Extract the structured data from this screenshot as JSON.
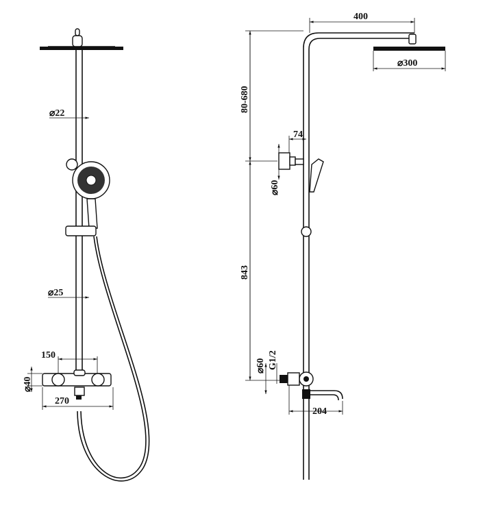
{
  "front_view": {
    "rail_diameter_top": "⌀22",
    "rail_diameter_bottom": "⌀25",
    "valve_spacing": "150",
    "mixer_diameter": "⌀40",
    "mixer_width": "270"
  },
  "side_view": {
    "arm_length": "400",
    "head_diameter": "⌀300",
    "height_adjust": "80-680",
    "bracket_offset": "74",
    "bracket_diameter": "⌀60",
    "rail_height": "843",
    "inlet_diameter": "⌀60",
    "inlet_thread": "G1/2",
    "spout_length": "204"
  }
}
